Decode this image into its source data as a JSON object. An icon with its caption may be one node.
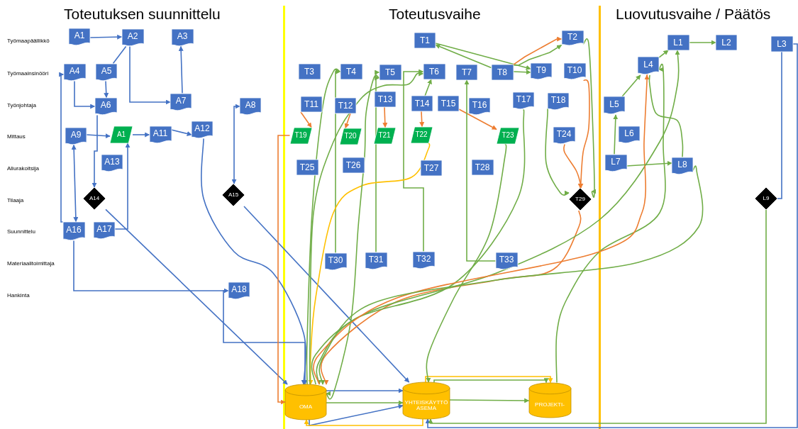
{
  "diagram": {
    "nodes": [
      {
        "text": [
          "A1"
        ]
      },
      {
        "text": [
          "A2"
        ]
      },
      {
        "text": [
          "A3"
        ]
      },
      {
        "text": [
          "A4"
        ]
      },
      {
        "text": [
          "A5"
        ]
      },
      {
        "text": [
          "A6"
        ]
      },
      {
        "text": [
          "A7"
        ]
      },
      {
        "text": [
          "A8"
        ]
      },
      {
        "text": [
          "A9"
        ]
      },
      {
        "text": [
          "A1"
        ]
      },
      {
        "text": [
          "A11"
        ]
      },
      {
        "text": [
          "A12"
        ]
      },
      {
        "text": [
          "A13"
        ]
      },
      {
        "text": [
          "A14"
        ]
      },
      {
        "text": [
          "A15"
        ]
      },
      {
        "text": [
          "A16"
        ]
      },
      {
        "text": [
          "A17"
        ]
      },
      {
        "text": [
          "A18"
        ]
      },
      {
        "text": [
          "T1"
        ]
      },
      {
        "text": [
          "T2"
        ]
      },
      {
        "text": [
          "T3"
        ]
      },
      {
        "text": [
          "T4"
        ]
      },
      {
        "text": [
          "T5"
        ]
      },
      {
        "text": [
          "T6"
        ]
      },
      {
        "text": [
          "T7"
        ]
      },
      {
        "text": [
          "T8"
        ]
      },
      {
        "text": [
          "T9"
        ]
      },
      {
        "text": [
          "T10"
        ]
      },
      {
        "text": [
          "T11"
        ]
      },
      {
        "text": [
          "T12"
        ]
      },
      {
        "text": [
          "T13"
        ]
      },
      {
        "text": [
          "T14"
        ]
      },
      {
        "text": [
          "T15"
        ]
      },
      {
        "text": [
          "T16"
        ]
      },
      {
        "text": [
          "T17"
        ]
      },
      {
        "text": [
          "T18"
        ]
      },
      {
        "text": [
          "T19"
        ]
      },
      {
        "text": [
          "T20"
        ]
      },
      {
        "text": [
          "T21"
        ]
      },
      {
        "text": [
          "T22"
        ]
      },
      {
        "text": [
          "T23"
        ]
      },
      {
        "text": [
          "T24"
        ]
      },
      {
        "text": [
          "T25"
        ]
      },
      {
        "text": [
          "T26"
        ]
      },
      {
        "text": [
          "T27"
        ]
      },
      {
        "text": [
          "T28"
        ]
      },
      {
        "text": [
          "T29"
        ]
      },
      {
        "text": [
          "T30"
        ]
      },
      {
        "text": [
          "T31"
        ]
      },
      {
        "text": [
          "T32"
        ]
      },
      {
        "text": [
          "T33"
        ]
      },
      {
        "text": [
          "L1"
        ]
      },
      {
        "text": [
          "L2"
        ]
      },
      {
        "text": [
          "L3"
        ]
      },
      {
        "text": [
          "L4"
        ]
      },
      {
        "text": [
          "L5"
        ]
      },
      {
        "text": [
          "L6"
        ]
      },
      {
        "text": [
          "L7"
        ]
      },
      {
        "text": [
          "L8"
        ]
      },
      {
        "text": [
          "L9"
        ]
      },
      {
        "text": [
          "OMA"
        ]
      },
      {
        "text": [
          "YHTEISKÄYTTÖ ASEMA"
        ]
      },
      {
        "text": [
          "PROJEKTI-"
        ]
      }
    ],
    "edges": [
      {
        "from": 0,
        "to": 1,
        "arrow": "to",
        "color": "#4472c4"
      },
      {
        "from": 1,
        "to": 4,
        "arrow": "none",
        "color": "#4472c4"
      },
      {
        "from": 1,
        "to": 6,
        "arrow": "to",
        "color": "#4472c4"
      },
      {
        "from": 6,
        "to": 2,
        "arrow": "to",
        "color": "#4472c4"
      },
      {
        "from": 4,
        "to": 5,
        "arrow": "to",
        "color": "#4472c4"
      },
      {
        "from": 3,
        "to": 5,
        "arrow": "to",
        "color": "#4472c4"
      },
      {
        "from": 5,
        "to": 13,
        "arrow": "to",
        "color": "#4472c4"
      },
      {
        "from": 8,
        "to": 9,
        "arrow": "to",
        "color": "#4472c4"
      },
      {
        "from": 9,
        "to": 10,
        "arrow": "to",
        "color": "#4472c4"
      },
      {
        "from": 10,
        "to": 11,
        "arrow": "to",
        "color": "#4472c4"
      },
      {
        "from": 16,
        "to": 9,
        "arrow": "to",
        "color": "#4472c4"
      },
      {
        "from": 15,
        "to": 8,
        "arrow": "both",
        "color": "#4472c4"
      },
      {
        "from": 15,
        "to": 3,
        "arrow": "to",
        "color": "#4472c4"
      },
      {
        "from": 15,
        "to": 17,
        "arrow": "to",
        "color": "#4472c4"
      },
      {
        "from": 7,
        "to": 14,
        "arrow": "both",
        "color": "#4472c4"
      },
      {
        "from": 13,
        "to": 60,
        "arrow": "to",
        "color": "#4472c4"
      },
      {
        "from": 14,
        "to": 61,
        "arrow": "to",
        "color": "#4472c4"
      },
      {
        "from": 11,
        "to": 60,
        "arrow": "to",
        "color": "#4472c4"
      },
      {
        "from": 17,
        "to": 60,
        "arrow": "to",
        "color": "#4472c4"
      },
      {
        "from": 60,
        "to": 61,
        "arrow": "to",
        "color": "#4472c4"
      },
      {
        "from": 60,
        "to": 61,
        "arrow": "to",
        "color": "#4472c4"
      },
      {
        "from": 60,
        "to": 61,
        "arrow": "to"
      },
      {
        "from": 53,
        "to": 59,
        "arrow": "none",
        "color": "#4472c4"
      },
      {
        "from": 53,
        "to": 61,
        "arrow": "to",
        "color": "#4472c4"
      },
      {
        "from": 59,
        "to": 61,
        "arrow": "to"
      },
      {
        "from": 61,
        "to": 60,
        "arrow": "to",
        "color": "#ffc000"
      },
      {
        "from": 61,
        "to": 62,
        "arrow": "to",
        "color": "#ffc000"
      },
      {
        "from": 61,
        "to": 62,
        "arrow": "to"
      },
      {
        "from": 61,
        "to": 62,
        "arrow": "to"
      },
      {
        "from": 36,
        "to": 60,
        "arrow": "to",
        "color": "#ed7d31"
      },
      {
        "from": 25,
        "to": 18,
        "arrow": "to"
      },
      {
        "from": 18,
        "to": 26,
        "arrow": "to"
      },
      {
        "from": 25,
        "to": 26,
        "arrow": "to"
      },
      {
        "from": 25,
        "to": 19,
        "arrow": "to",
        "color": "#ed7d31"
      },
      {
        "from": 25,
        "to": 19,
        "arrow": "to"
      },
      {
        "from": 19,
        "to": 46,
        "arrow": "to"
      },
      {
        "from": 27,
        "to": 46,
        "arrow": "to",
        "color": "#ed7d31"
      },
      {
        "from": 41,
        "to": 46,
        "arrow": "to",
        "color": "#ed7d31"
      },
      {
        "from": 35,
        "to": 46,
        "arrow": "to"
      },
      {
        "from": 46,
        "to": 60,
        "arrow": "to",
        "color": "#ed7d31"
      },
      {
        "from": 28,
        "to": 36,
        "arrow": "to",
        "color": "#ed7d31"
      },
      {
        "from": 29,
        "to": 37,
        "arrow": "to",
        "color": "#ed7d31"
      },
      {
        "from": 30,
        "to": 38,
        "arrow": "to",
        "color": "#ed7d31"
      },
      {
        "from": 31,
        "to": 39,
        "arrow": "to",
        "color": "#ed7d31"
      },
      {
        "from": 32,
        "to": 40,
        "arrow": "to",
        "color": "#ed7d31"
      },
      {
        "from": 31,
        "to": 23,
        "arrow": "to"
      },
      {
        "from": 47,
        "to": 21,
        "arrow": "to"
      },
      {
        "from": 48,
        "to": 22,
        "arrow": "to"
      },
      {
        "from": 49,
        "to": 23,
        "arrow": "to"
      },
      {
        "from": 50,
        "to": 24,
        "arrow": "to"
      },
      {
        "from": 39,
        "to": 60,
        "arrow": "to",
        "color": "#ffc000"
      },
      {
        "from": 34,
        "to": 60,
        "arrow": "to"
      },
      {
        "from": 40,
        "to": 61,
        "arrow": "to"
      },
      {
        "from": 60,
        "to": 21,
        "arrow": "to"
      },
      {
        "from": 60,
        "to": 23,
        "arrow": "to"
      },
      {
        "from": 22,
        "to": 60,
        "arrow": "both"
      },
      {
        "from": 60,
        "to": 51,
        "arrow": "to"
      },
      {
        "from": 62,
        "to": 54,
        "arrow": "to"
      },
      {
        "from": 60,
        "to": 54,
        "arrow": "to",
        "color": "#ed7d31"
      },
      {
        "from": 58,
        "to": 60,
        "arrow": "to"
      },
      {
        "from": 54,
        "to": 51,
        "arrow": "to"
      },
      {
        "from": 51,
        "to": 52,
        "arrow": "to"
      },
      {
        "from": 55,
        "to": 54,
        "arrow": "to"
      },
      {
        "from": 57,
        "to": 55,
        "arrow": "to"
      },
      {
        "from": 57,
        "to": 58,
        "arrow": "to"
      },
      {
        "from": 58,
        "to": 54,
        "arrow": "none"
      }
    ],
    "labels": [
      "Toteutuksen suunnittelu",
      "Toteutusvaihe",
      "Luovutusvaihe / Päätös",
      "Työmaapäällikkö",
      "Työmaainsinööri",
      "Työnjohtaja",
      "Mittaus",
      "Aliurakoitsija",
      "Tilaaja",
      "Suunnittelu",
      "Materiaalitoimittaja",
      "Hankinta"
    ]
  }
}
